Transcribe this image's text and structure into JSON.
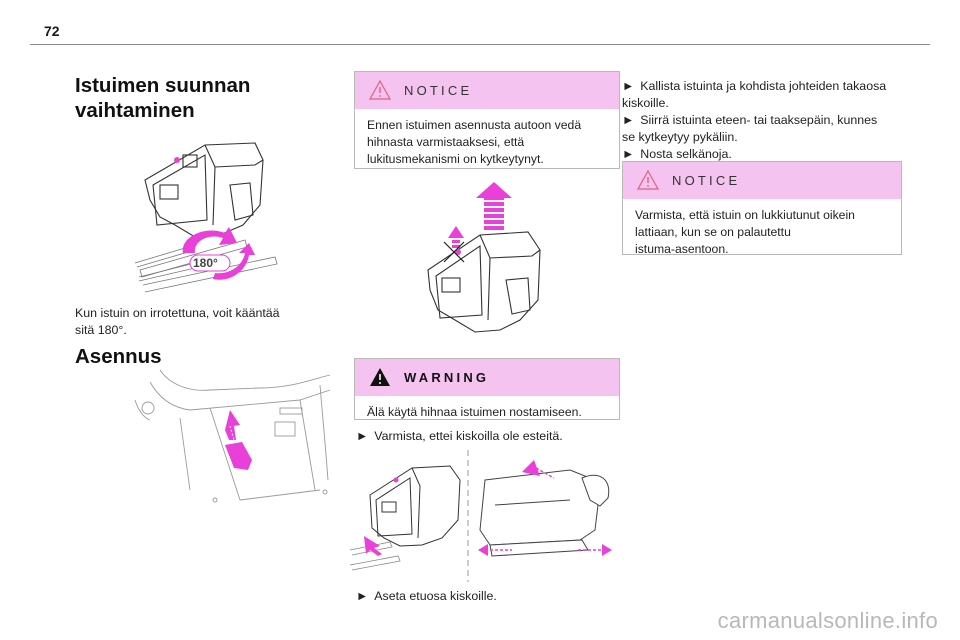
{
  "page": {
    "number": "72",
    "watermark": "carmanualsonline.info"
  },
  "col1": {
    "heading1": [
      "Istuimen suunnan",
      "vaihtaminen"
    ],
    "rotation_label": "180°",
    "text1": [
      "Kun istuin on irrotettuna, voit kääntää",
      "sitä 180°."
    ],
    "heading2": "Asennus"
  },
  "col2": {
    "notice1": {
      "title": "NOTICE",
      "lines": [
        "Ennen istuimen asennusta autoon vedä",
        "hihnasta varmistaaksesi, että",
        "lukitusmekanismi on kytkeytynyt."
      ]
    },
    "warning": {
      "title": "WARNING",
      "lines": [
        "Älä käytä hihnaa istuimen nostamiseen."
      ]
    },
    "bullet1": {
      "arrow": "►",
      "text": "Varmista, ettei kiskoilla ole esteitä."
    },
    "bullet2": {
      "arrow": "►",
      "text": "Aseta etuosa kiskoille."
    }
  },
  "col3": {
    "bullets": [
      {
        "arrow": "►",
        "text": "Kallista istuinta ja kohdista johteiden takaosa"
      },
      {
        "arrow": "",
        "text": "kiskoille."
      },
      {
        "arrow": "►",
        "text": "Siirrä istuinta eteen- tai taaksepäin, kunnes"
      },
      {
        "arrow": "",
        "text": "se kytkeytyy pykäliin."
      },
      {
        "arrow": "►",
        "text": "Nosta selkänoja."
      }
    ],
    "notice2": {
      "title": "NOTICE",
      "lines": [
        "Varmista, että istuin on lukkiutunut oikein",
        "lattiaan, kun se on palautettu",
        "istuma-asentoon."
      ]
    }
  },
  "colors": {
    "accent": "#e840d8",
    "notice_bg": "#f4c3ef",
    "line": "#6a6a6a"
  }
}
